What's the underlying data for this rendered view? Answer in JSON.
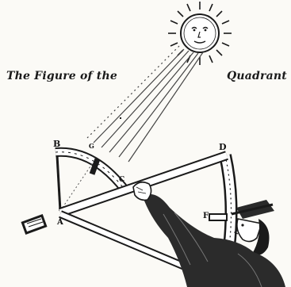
{
  "caption": {
    "left": "The Figure of the",
    "right": "Quadrant"
  },
  "letters": {
    "B": "B",
    "G": "G",
    "C": "C",
    "D": "D",
    "F": "F",
    "A": "A"
  },
  "colors": {
    "paper": "#fbfaf6",
    "ink": "#1a1a1a"
  }
}
